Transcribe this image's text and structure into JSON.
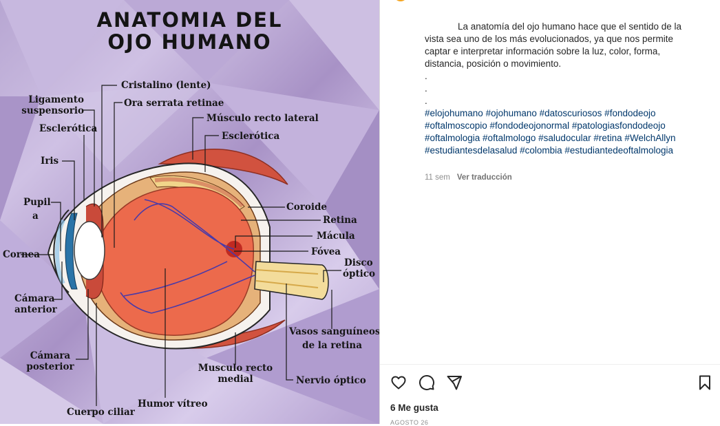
{
  "diagram": {
    "title_line1": "ANATOMIA DEL",
    "title_line2": "OJO HUMANO",
    "labels": {
      "cristalino": "Cristalino (lente)",
      "ligamento_1": "Ligamento",
      "ligamento_2": "suspensorio",
      "ora_serrata": "Ora serrata retinae",
      "musculo_lateral": "Músculo recto lateral",
      "esclerotica_left": "Esclerótica",
      "esclerotica_right": "Esclerótica",
      "iris": "Iris",
      "pupila_1": "Pupil",
      "pupila_2": "a",
      "coroide": "Coroide",
      "retina": "Retina",
      "macula": "Mácula",
      "cornea": "Cornea",
      "fovea": "Fóvea",
      "disco_1": "Disco",
      "disco_2": "óptico",
      "camara_anterior_1": "Cámara",
      "camara_anterior_2": "anterior",
      "vasos_1": "Vasos sanguíneos",
      "vasos_2": "de la retina",
      "camara_posterior_1": "Cámara",
      "camara_posterior_2": "posterior",
      "musculo_medial_1": "Musculo recto",
      "musculo_medial_2": "medial",
      "nervio": "Nervio óptico",
      "humor": "Humor vítreo",
      "cuerpo_ciliar": "Cuerpo ciliar"
    }
  },
  "post": {
    "caption": "La anatomía del ojo humano hace que el sentido de la vista sea uno de los más evolucionados, ya que nos permite captar e interpretar información sobre la luz, color, forma, distancia, posición o movimiento.",
    "dots": [
      ".",
      ".",
      "."
    ],
    "hashtags": "#elojohumano #ojohumano #datoscuriosos #fondodeojo #oftalmoscopio #fondodeojonormal #patologiasfondodeojo #oftalmologia #oftalmologo #saludocular #retina #WelchAllyn #estudiantesdelasalud #colombia #estudiantedeoftalmologia",
    "time_ago": "11 sem",
    "translate": "Ver traducción",
    "likes": "6 Me gusta",
    "date": "AGOSTO 26"
  },
  "icons": [
    "heart-icon",
    "comment-icon",
    "share-icon",
    "bookmark-icon"
  ],
  "colors": {
    "hashtag": "#00376b",
    "muscle": "#d1523f",
    "eyeball_inner": "#ec6a4c",
    "iris": "#2a74a8"
  }
}
